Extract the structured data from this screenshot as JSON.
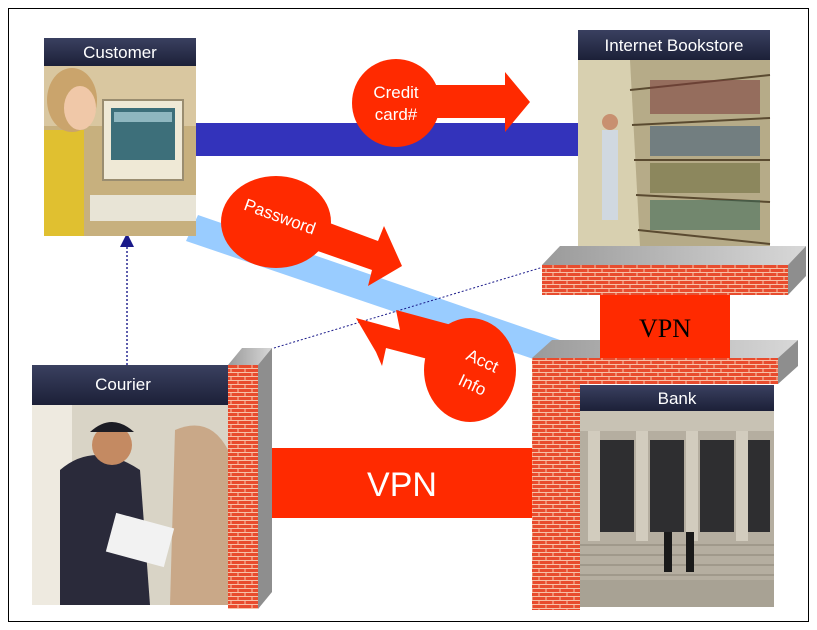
{
  "nodes": {
    "customer": {
      "label": "Customer",
      "icon": "person-at-computer-photo"
    },
    "bookstore": {
      "label": "Internet Bookstore",
      "icon": "library-shelves-photo"
    },
    "courier": {
      "label": "Courier",
      "icon": "delivery-person-photo"
    },
    "bank": {
      "label": "Bank",
      "icon": "bank-building-photo"
    }
  },
  "messages": {
    "credit_line1": "Credit",
    "credit_line2": "card#",
    "password": "Password",
    "acct_line1": "Acct",
    "acct_line2": "Info"
  },
  "vpn": {
    "courier_bank": "VPN",
    "bookstore_bank": "VPN"
  },
  "colors": {
    "link_dark": "#3333bb",
    "link_light": "#99ccff",
    "message_red": "#ff2a00",
    "brick": "#e34a2a",
    "title_bar": "#2a2f4a"
  }
}
